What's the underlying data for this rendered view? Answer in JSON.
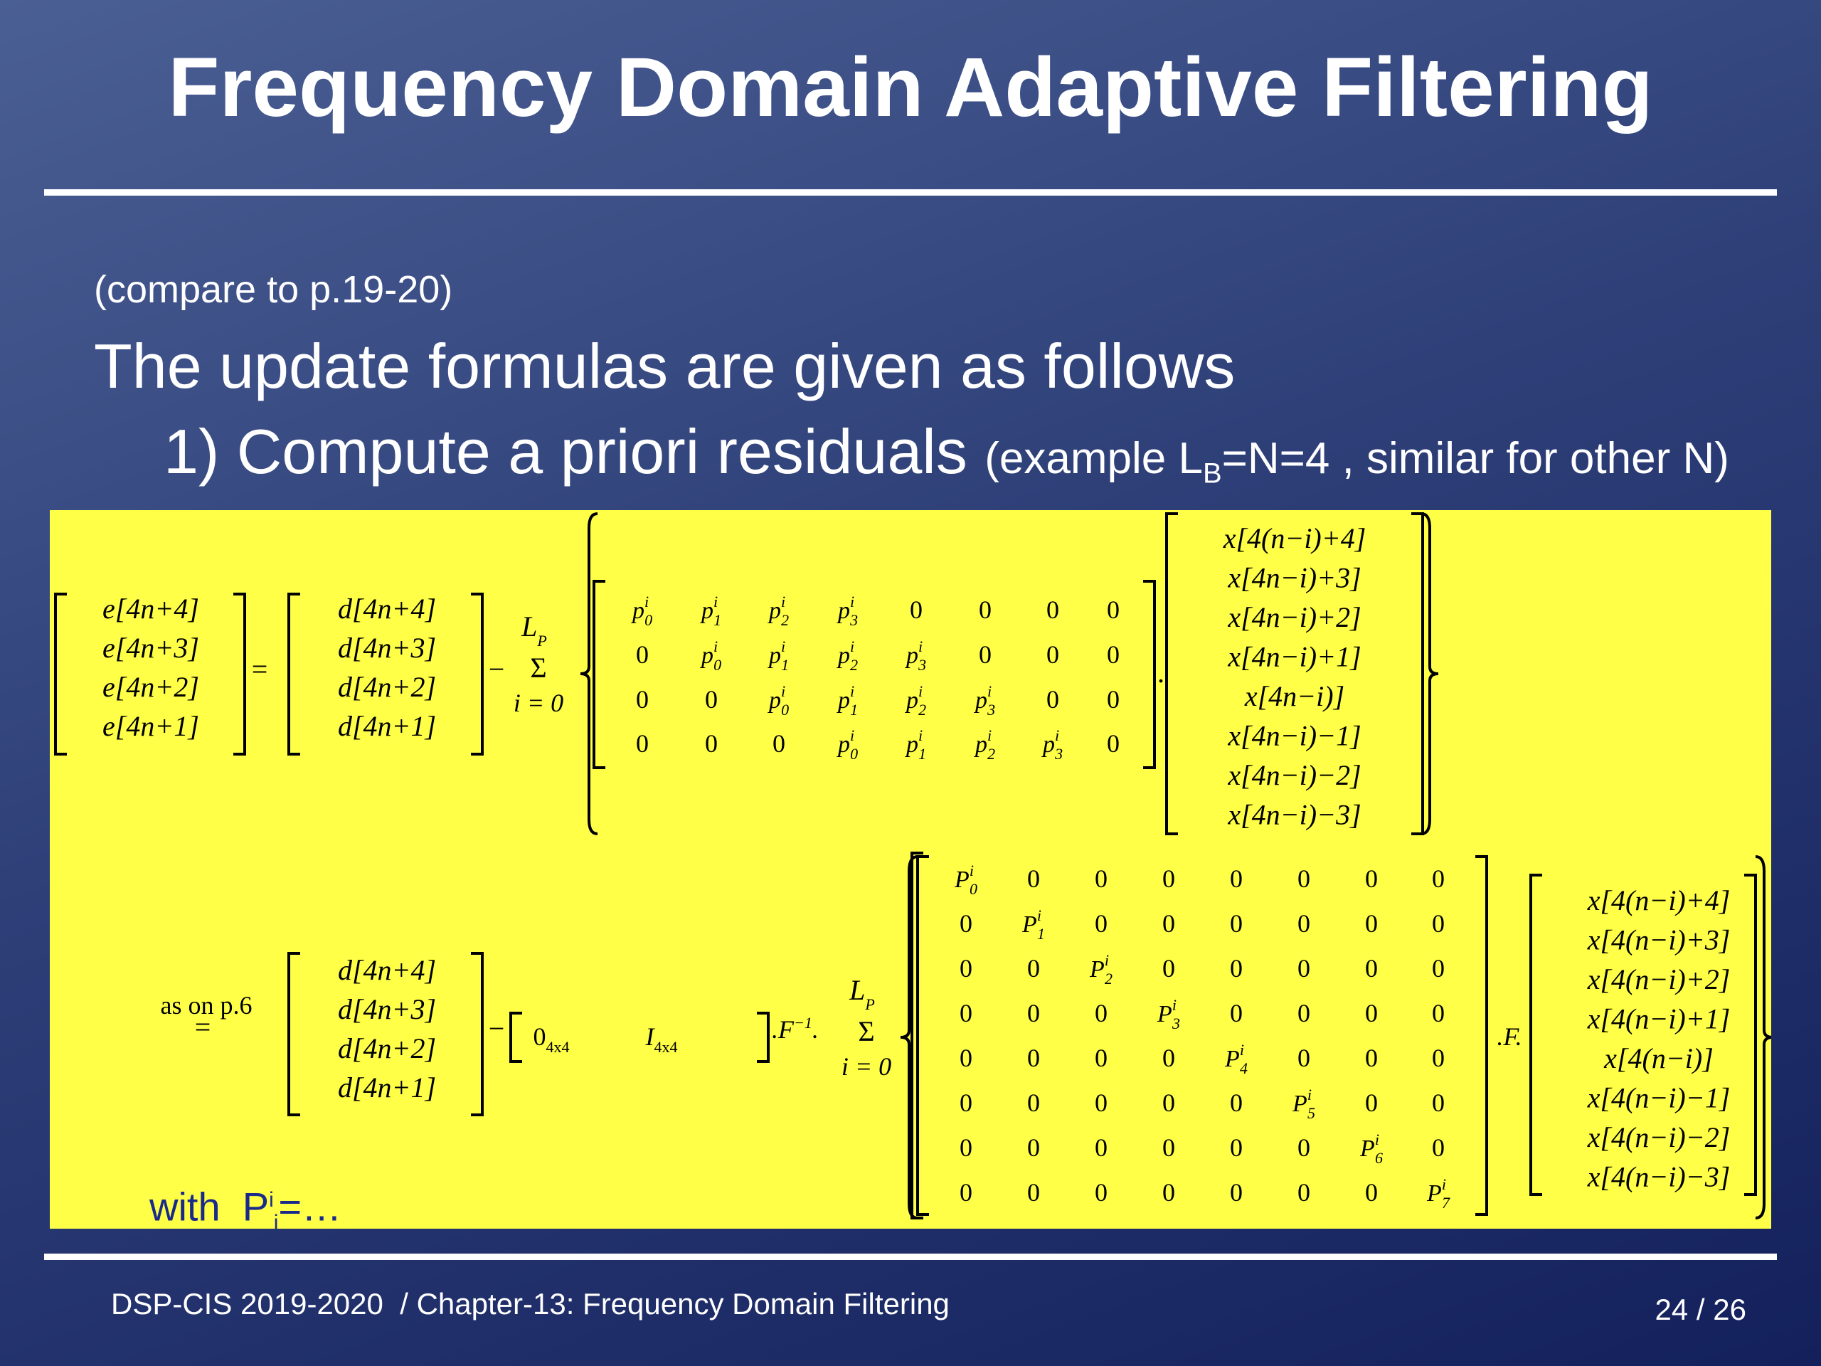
{
  "slide": {
    "title": "Frequency Domain Adaptive Filtering",
    "compare_note": "(compare to p.19-20)",
    "intro": "The update formulas are given as follows",
    "step": {
      "number": "1)",
      "text": "Compute a priori residuals",
      "example_open": "(example L",
      "example_sub": "B",
      "example_close": "=N=4 , similar for other N)"
    }
  },
  "formula": {
    "with_text": "with",
    "with_symbol": "P",
    "with_sup": "i",
    "with_sub": "j",
    "with_tail": "=…",
    "as_on": "as on p.6",
    "equals": "=",
    "minus": "−",
    "dot": ".",
    "sum_upper": "L",
    "sum_upper_sub": "P",
    "sum_symbol": "Σ",
    "sum_lower": "i = 0",
    "e_vector": [
      "e[4n+4]",
      "e[4n+3]",
      "e[4n+2]",
      "e[4n+1]"
    ],
    "d_vector": [
      "d[4n+4]",
      "d[4n+3]",
      "d[4n+2]",
      "d[4n+1]"
    ],
    "x_vector": [
      "x[4(n−i)+4]",
      "x[4n−i)+3]",
      "x[4n−i)+2]",
      "x[4n−i)+1]",
      "x[4n−i)]",
      "x[4n−i)−1]",
      "x[4n−i)−2]",
      "x[4n−i)−3]"
    ],
    "x_vector_2": [
      "x[4(n−i)+4]",
      "x[4(n−i)+3]",
      "x[4(n−i)+2]",
      "x[4(n−i)+1]",
      "x[4(n−i)]",
      "x[4(n−i)−1]",
      "x[4(n−i)−2]",
      "x[4(n−i)−3]"
    ],
    "toeplitz_rows": [
      [
        "p0",
        "p1",
        "p2",
        "p3",
        "0",
        "0",
        "0",
        "0"
      ],
      [
        "0",
        "p0",
        "p1",
        "p2",
        "p3",
        "0",
        "0",
        "0"
      ],
      [
        "0",
        "0",
        "p0",
        "p1",
        "p2",
        "p3",
        "0",
        "0"
      ],
      [
        "0",
        "0",
        "0",
        "p0",
        "p1",
        "p2",
        "p3",
        "0"
      ]
    ],
    "selector": {
      "zero": "0",
      "zero_sub": "4x4",
      "identity": "I",
      "identity_sub": "4x4"
    },
    "inverse_fft": ".F",
    "inverse_exp": "−1",
    "forward_fft": ".F.",
    "diag_symbol": "P",
    "diag_indices": [
      "0",
      "1",
      "2",
      "3",
      "4",
      "5",
      "6",
      "7"
    ],
    "zero_entry": "0"
  },
  "footer": {
    "course": "DSP-CIS 2019-2020",
    "chapter": "/ Chapter-13: Frequency Domain Filtering",
    "page": "24 / 26"
  }
}
